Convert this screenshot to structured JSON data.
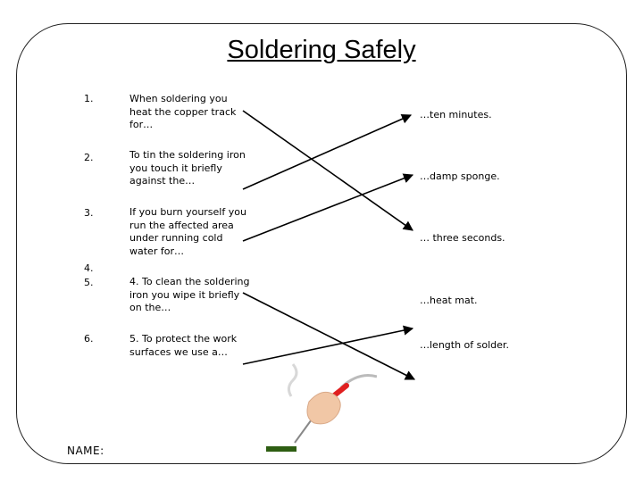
{
  "title": "Soldering Safely",
  "numbers": [
    "1.",
    "2.",
    "3.",
    "4.",
    "5.",
    "6."
  ],
  "questions": [
    "When soldering you heat the copper track for…",
    "To tin the soldering iron you touch it briefly against the…",
    "If you burn yourself you run the affected area under running cold water for…",
    "4.        To clean the soldering iron you wipe it briefly on the…",
    "5.        To protect the work surfaces we use a…"
  ],
  "answers": [
    "…ten minutes.",
    "…damp sponge.",
    "… three seconds.",
    "…heat mat.",
    "…length of solder."
  ],
  "name_label": "NAME:",
  "colors": {
    "line": "#000000",
    "iron_tip": "#e02020",
    "mat": "#2e5e12"
  }
}
